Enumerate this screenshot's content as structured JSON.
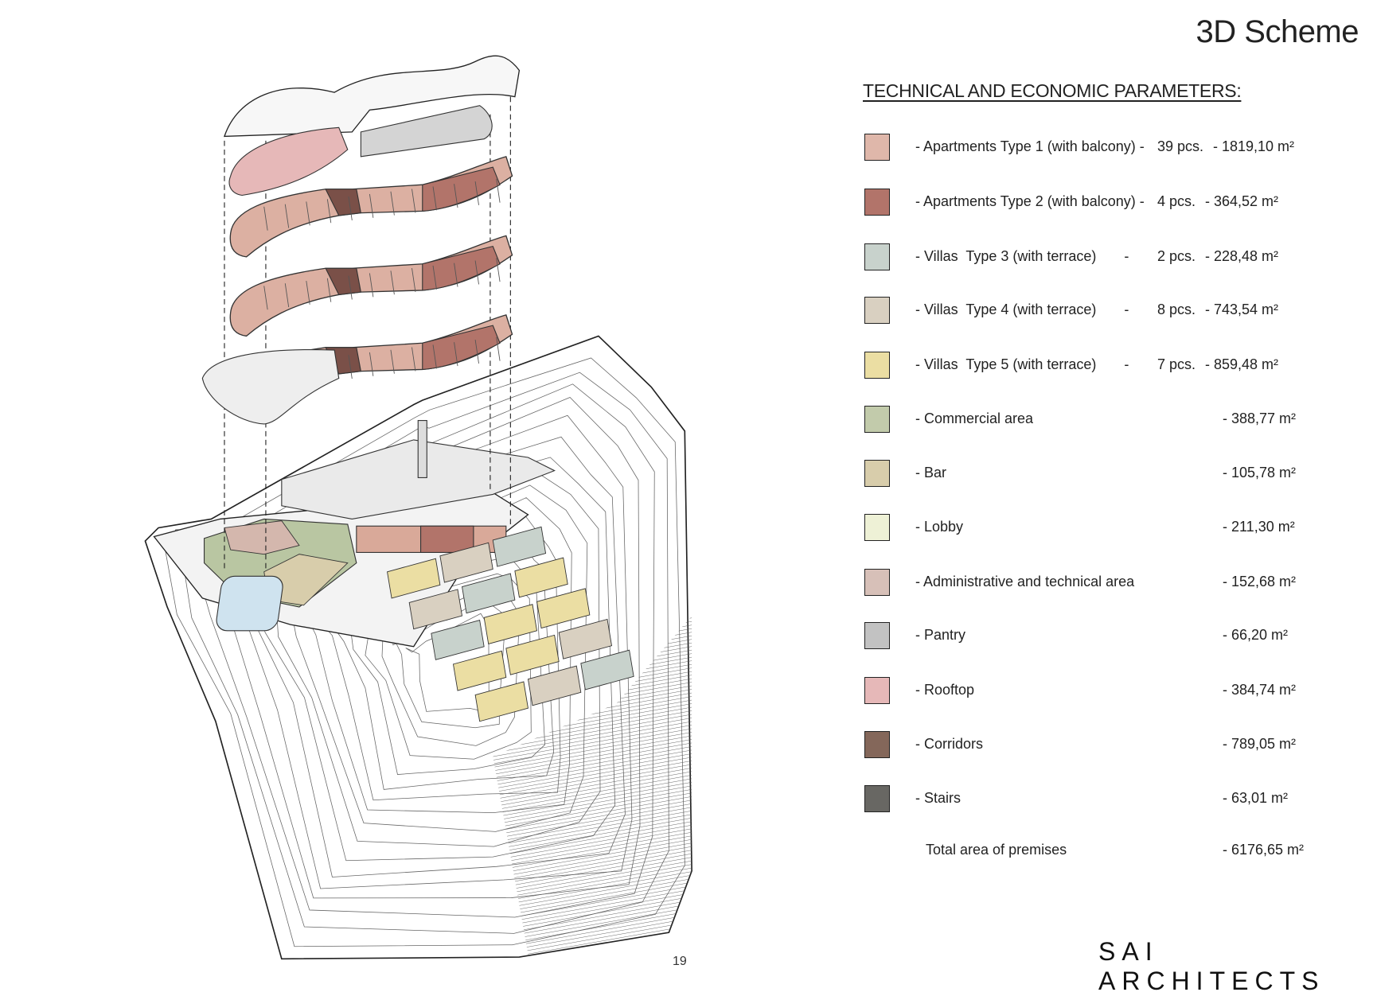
{
  "title": "3D Scheme",
  "heading": "TECHNICAL AND ECONOMIC PARAMETERS:",
  "legend": [
    {
      "label": "- Apartments Type 1 (with balcony) -",
      "count": "39 pcs.",
      "area": "- 1819,10 m²",
      "color": "#dfb7aa"
    },
    {
      "label": "- Apartments Type 2 (with balcony) -",
      "count": "4 pcs.",
      "area": "- 364,52 m²",
      "color": "#b2746a"
    },
    {
      "label": "- Villas  Type 3 (with terrace)       -",
      "count": "2 pcs.",
      "area": "- 228,48 m²",
      "color": "#c8d2cc"
    },
    {
      "label": "- Villas  Type 4 (with terrace)       -",
      "count": "8 pcs.",
      "area": "- 743,54 m²",
      "color": "#d9d0c1"
    },
    {
      "label": "- Villas  Type 5 (with terrace)       -",
      "count": "7 pcs.",
      "area": "- 859,48 m²",
      "color": "#ebdea3"
    },
    {
      "label": "- Commercial area",
      "area": "- 388,77 m²",
      "color": "#c2cbab"
    },
    {
      "label": "- Bar",
      "area": "- 105,78 m²",
      "color": "#d8cdab"
    },
    {
      "label": "- Lobby",
      "area": "- 211,30 m²",
      "color": "#eef1d6"
    },
    {
      "label": "- Administrative and technical area",
      "area": "- 152,68 m²",
      "color": "#d7c0b8"
    },
    {
      "label": "- Pantry",
      "area": "- 66,20 m²",
      "color": "#c2c2c2"
    },
    {
      "label": "- Rooftop",
      "area": "- 384,74 m²",
      "color": "#e6b8b8"
    },
    {
      "label": "- Corridors",
      "area": "- 789,05 m²",
      "color": "#84675a"
    },
    {
      "label": "- Stairs",
      "area": "- 63,01 m²",
      "color": "#686763"
    }
  ],
  "total": {
    "label": "Total area of premises",
    "area": "- 6176,65 m²"
  },
  "page_number": "19",
  "logo": "SAI ARCHITECTS"
}
